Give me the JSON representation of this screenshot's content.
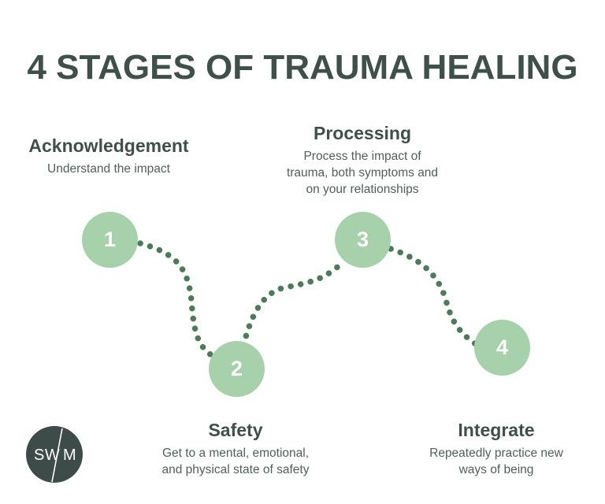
{
  "title": "4 STAGES OF TRAUMA HEALING",
  "stages": [
    {
      "number": "1",
      "name": "Acknowledgement",
      "description": [
        "Understand the impact"
      ]
    },
    {
      "number": "2",
      "name": "Safety",
      "description": [
        "Get to a mental, emotional,",
        "and physical state of safety"
      ]
    },
    {
      "number": "3",
      "name": "Processing",
      "description": [
        "Process the impact of",
        "trauma, both symptoms and",
        "on your relationships"
      ]
    },
    {
      "number": "4",
      "name": "Integrate",
      "description": [
        "Repeatedly practice new",
        "ways of being"
      ]
    }
  ],
  "logo": {
    "text_left": "SW",
    "text_right": "M"
  },
  "colors": {
    "heading_text": "#3f4f4a",
    "body_text": "#515e59",
    "circle_fill": "#a6d1aa",
    "dot_stroke": "#4d7a59",
    "logo_background": "#3d4c48",
    "background": "#ffffff"
  }
}
